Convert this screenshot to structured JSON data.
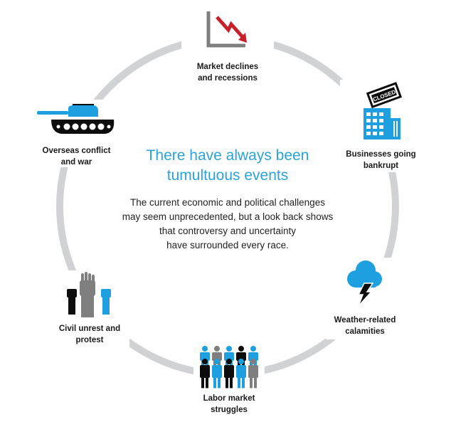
{
  "title": [
    "There have always been",
    "tumultuous events"
  ],
  "body": [
    "The current economic and political challenges",
    "may seem unprecedented, but a look back shows",
    "that controversy and uncertainty",
    "have surrounded every race."
  ],
  "events": [
    {
      "label": [
        "Market declines",
        "and recessions"
      ],
      "icon": "declining-chart-icon"
    },
    {
      "label": [
        "Businesses going",
        "bankrupt"
      ],
      "icon": "closed-building-icon",
      "sign_text": "CLOSED"
    },
    {
      "label": [
        "Weather-related",
        "calamities"
      ],
      "icon": "storm-cloud-icon"
    },
    {
      "label": [
        "Labor market",
        "struggles"
      ],
      "icon": "workers-group-icon"
    },
    {
      "label": [
        "Civil unrest and",
        "protest"
      ],
      "icon": "raised-fists-icon"
    },
    {
      "label": [
        "Overseas conflict",
        "and war"
      ],
      "icon": "tank-icon"
    }
  ],
  "colors": {
    "accent": "#1ea0e0",
    "ring": "#d1d2d4",
    "red": "#c8202b",
    "gray": "#7f7f80",
    "black": "#0d0d0d"
  }
}
